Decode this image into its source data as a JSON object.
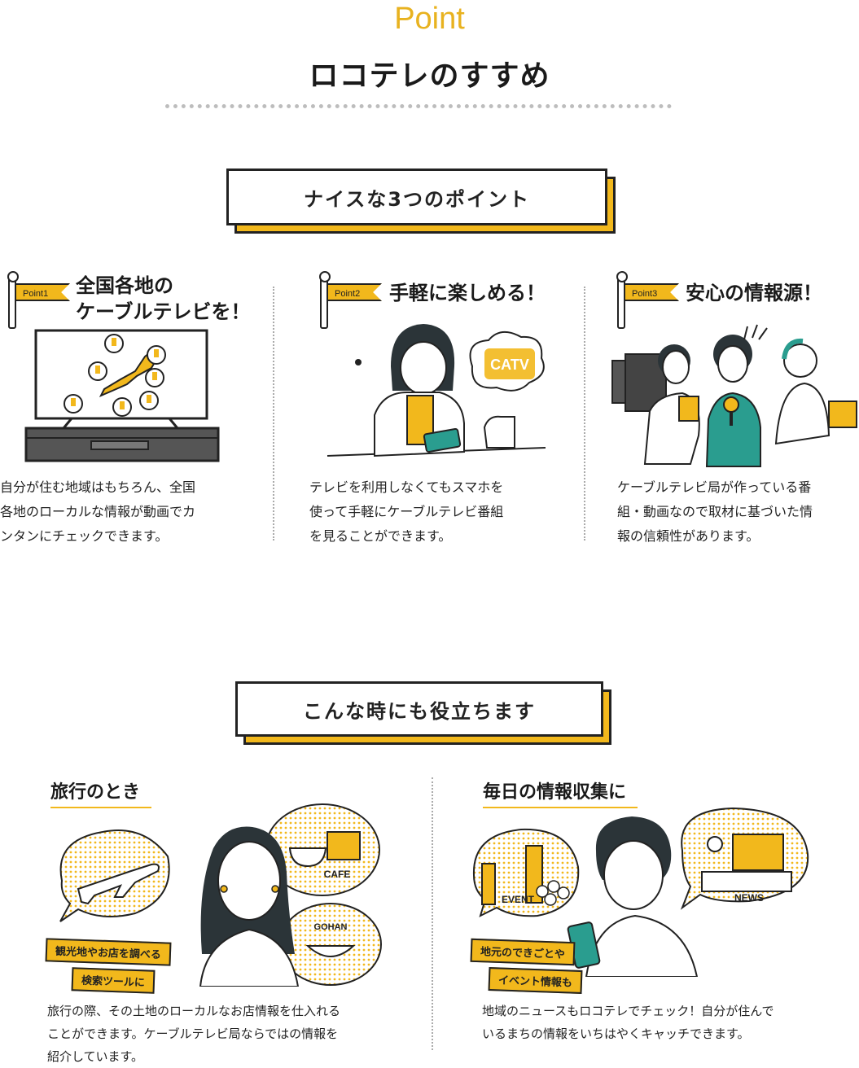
{
  "header": {
    "kicker": "Point",
    "title": "ロコテレのすすめ"
  },
  "points_section": {
    "banner": "ナイスな3つのポイント",
    "items": [
      {
        "flag": "Point1",
        "title_line1": "全国各地の",
        "title_line2": "ケーブルテレビを！",
        "desc": [
          "自分が住む地域はもちろん、全国",
          "各地のローカルな情報が動画でカ",
          "ンタンにチェックできます。"
        ],
        "illustration_icon": "tv-japan-map-icon"
      },
      {
        "flag": "Point2",
        "title_line1": "手軽に楽しめる！",
        "desc": [
          "テレビを利用しなくてもスマホを",
          "使って手軽にケーブルテレビ番組",
          "を見ることができます。"
        ],
        "bubble_text": "CATV",
        "illustration_icon": "woman-smartphone-icon"
      },
      {
        "flag": "Point3",
        "title_line1": "安心の情報源！",
        "desc": [
          "ケーブルテレビ局が作っている番",
          "組・動画なので取材に基づいた情",
          "報の信頼性があります。"
        ],
        "illustration_icon": "tv-crew-icon"
      }
    ]
  },
  "usecase_section": {
    "banner": "こんな時にも役立ちます",
    "items": [
      {
        "title": "旅行のとき",
        "tag1": "観光地やお店を調べる",
        "tag2": "検索ツールに",
        "bubble1": "CAFE",
        "bubble2": "GOHAN",
        "desc": [
          "旅行の際、その土地のローカルなお店情報を仕入れる",
          "ことができます。ケーブルテレビ局ならではの情報を",
          "紹介しています。"
        ]
      },
      {
        "title": "毎日の情報収集に",
        "tag1": "地元のできごとや",
        "tag2": "イベント情報も",
        "bubble1": "EVENT",
        "bubble2": "NEWS",
        "desc": [
          "地域のニュースもロコテレでチェック！自分が住んで",
          "いるまちの情報をいちはやくキャッチできます。"
        ]
      }
    ]
  },
  "colors": {
    "accent": "#f2b81c",
    "kicker": "#e8b21f",
    "teal": "#2a9d8f",
    "ink": "#222222"
  }
}
